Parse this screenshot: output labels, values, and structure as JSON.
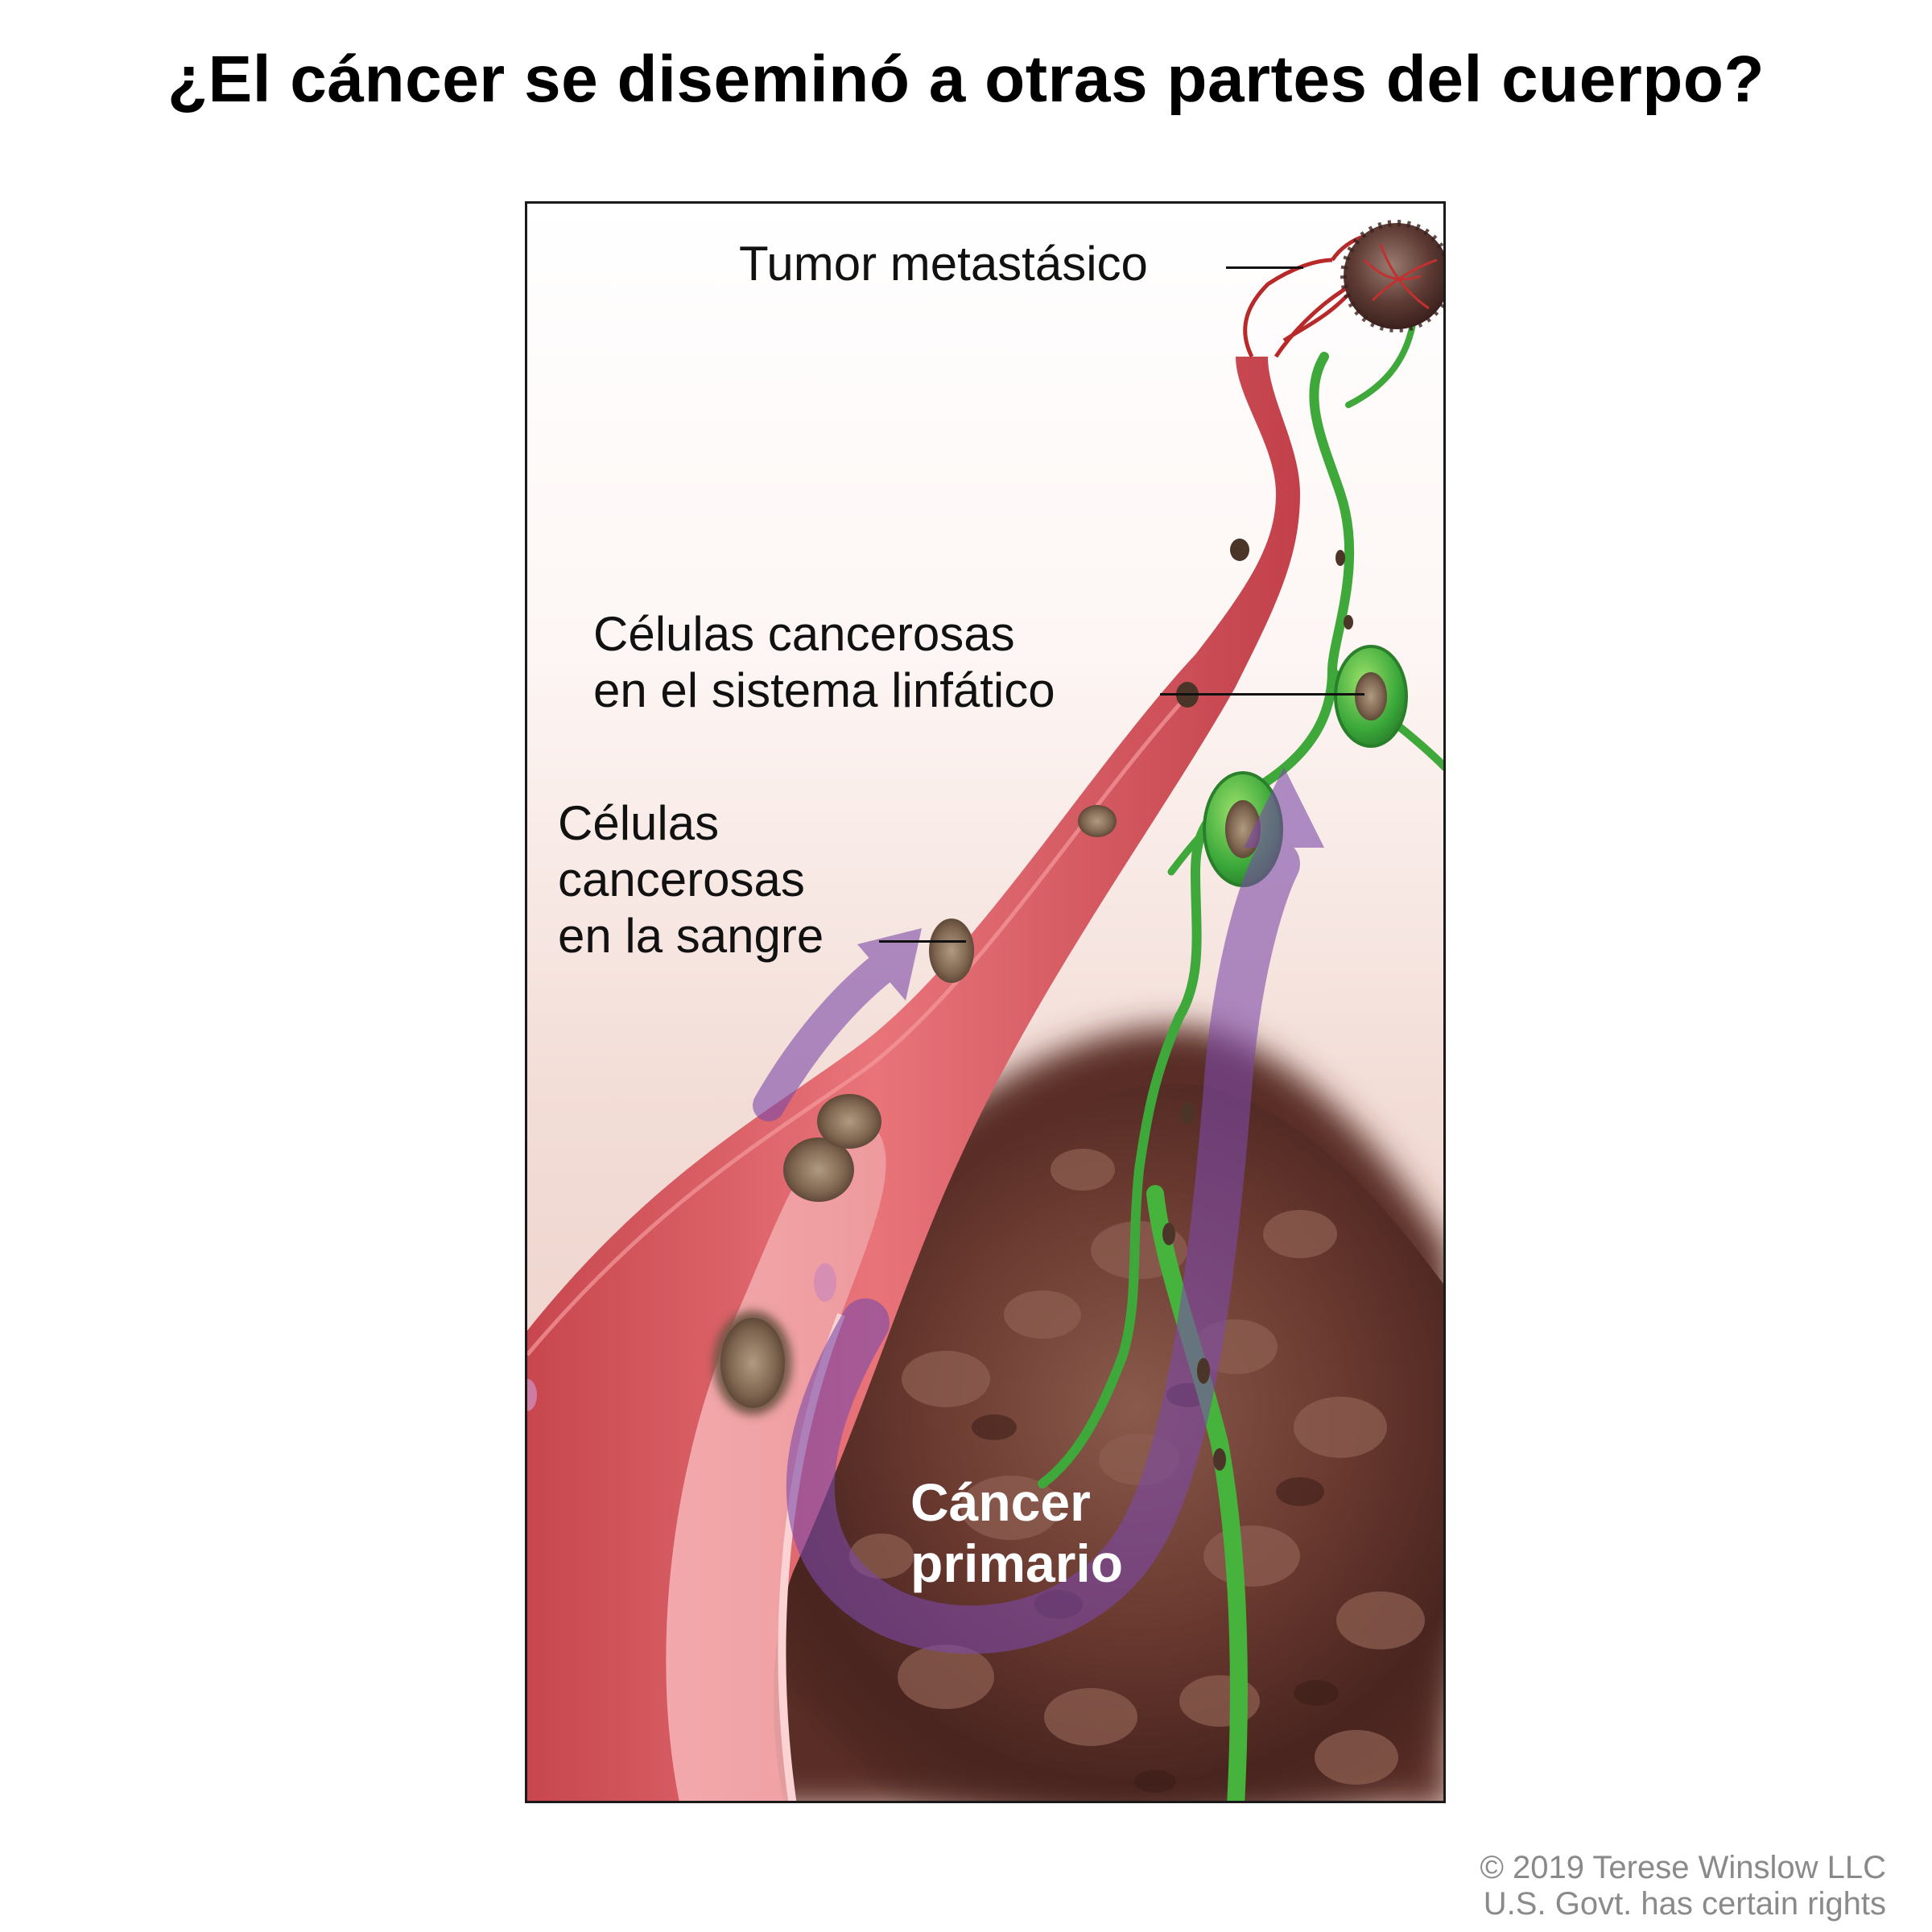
{
  "title": "¿El cáncer se diseminó a otras partes del cuerpo?",
  "labels": {
    "metastatic_tumor": "Tumor metastásico",
    "lymph_line1": "Células cancerosas",
    "lymph_line2": "en el sistema linfático",
    "blood_line1": "Células",
    "blood_line2": "cancerosas",
    "blood_line3": "en la sangre",
    "primary_line1": "Cáncer",
    "primary_line2": "primario"
  },
  "credit": {
    "line1": "© 2019 Terese Winslow LLC",
    "line2": "U.S. Govt. has certain rights"
  }
}
